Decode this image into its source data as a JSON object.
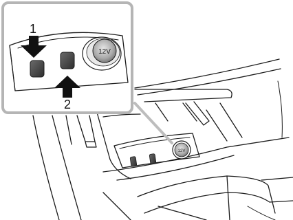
{
  "callout": {
    "label_1": "1",
    "label_2": "2",
    "socket_label": "12V"
  },
  "colors": {
    "inset_border": "#b5b5b5",
    "button_fill": "#4a4a4a",
    "arrow_fill": "#111111",
    "socket_fill": "#cfcfcf"
  }
}
